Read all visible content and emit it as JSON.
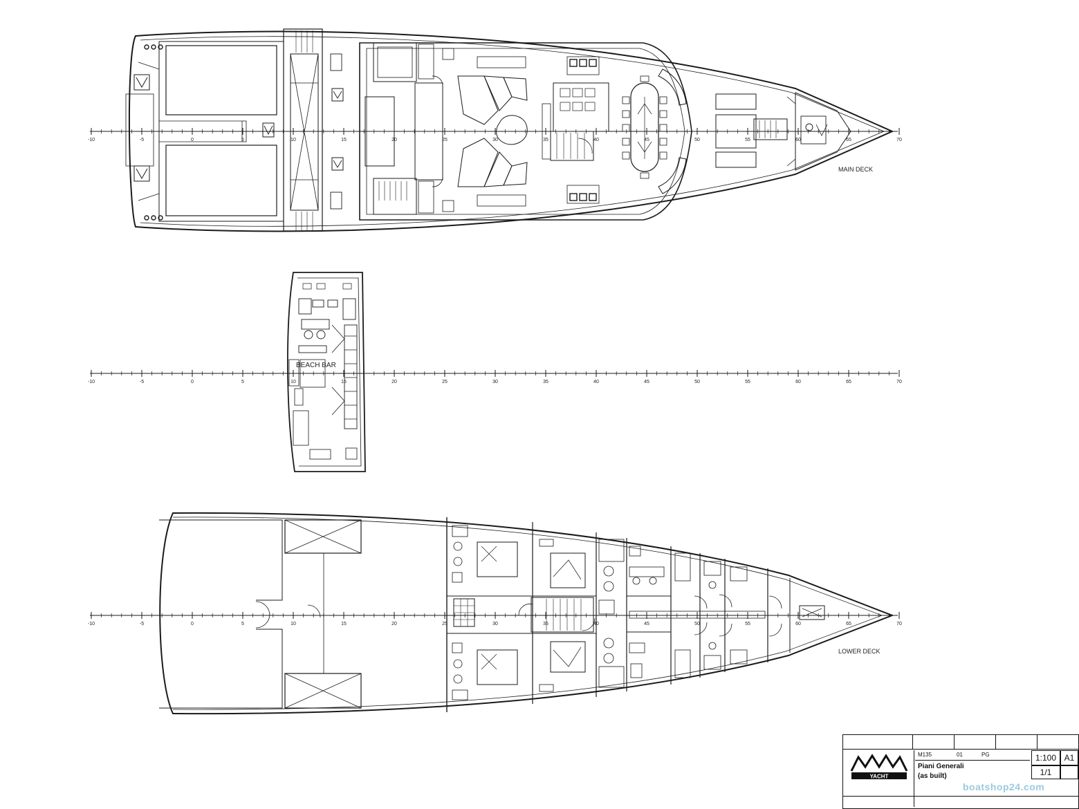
{
  "labels": {
    "main_deck": "MAIN DECK",
    "beach_bar": "BEACH BAR",
    "lower_deck": "LOWER DECK"
  },
  "axis": {
    "ticks": [
      "-10",
      "-5",
      "0",
      "5",
      "10",
      "15",
      "20",
      "25",
      "30",
      "35",
      "40",
      "45",
      "50",
      "55",
      "60",
      "65",
      "70"
    ],
    "main_visible": [
      "-10",
      "-5",
      "0",
      "5",
      "10",
      "15",
      "20",
      "25",
      "30",
      "35",
      "40",
      "45",
      "50",
      "55",
      "60",
      "65",
      "70"
    ],
    "beach_visible": [
      "-10",
      "-5",
      "0",
      "5",
      "10",
      "15",
      "20",
      "25",
      "30",
      "35",
      "40",
      "45",
      "50",
      "55",
      "60",
      "65",
      "70"
    ],
    "lower_visible": [
      "-10",
      "-5",
      "0",
      "5",
      "10",
      "15",
      "20",
      "25",
      "30",
      "35",
      "40",
      "45",
      "50",
      "55",
      "60",
      "65",
      "70"
    ]
  },
  "title_block": {
    "project": "M135",
    "rev_no": "01",
    "code": "PG",
    "drawing_title": "Piani Generali",
    "drawing_subtitle": "(as built)",
    "scale": "1:100",
    "format": "A1",
    "sheet": "1/1",
    "logo_text": "YACHT"
  },
  "watermark": "boatshop24.com",
  "colors": {
    "line": "#1a1a1a",
    "watermark": "#4a9fc8"
  }
}
